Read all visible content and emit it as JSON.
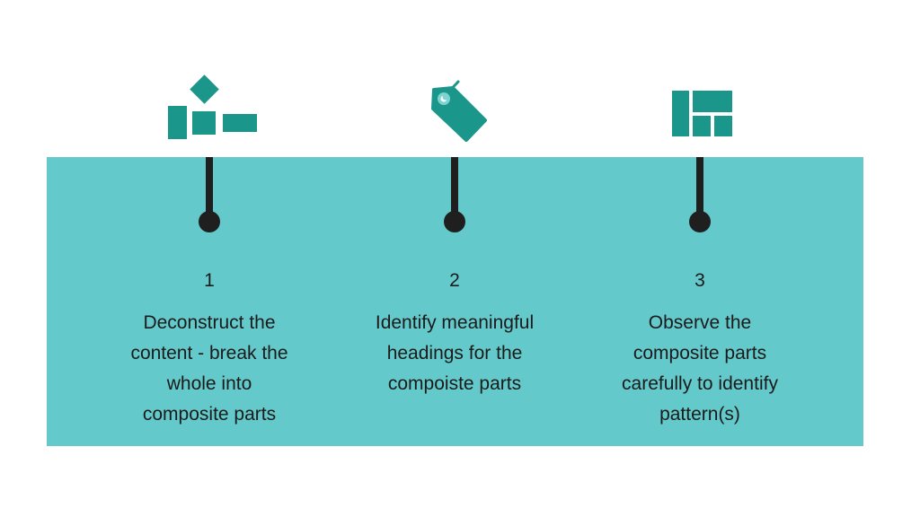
{
  "colors": {
    "panel": "#63c9ca",
    "icon": "#1a968a",
    "stem": "#1f1f1f",
    "text": "#1b1b1b",
    "background": "#ffffff"
  },
  "icons": [
    "scattered-blocks-icon",
    "price-tag-icon",
    "layout-grid-icon"
  ],
  "steps": [
    {
      "number": "1",
      "lines": [
        "Deconstruct the",
        "content - break the",
        "whole into",
        "composite parts"
      ]
    },
    {
      "number": "2",
      "lines": [
        "Identify meaningful",
        "headings for the",
        "compoiste parts"
      ]
    },
    {
      "number": "3",
      "lines": [
        "Observe the",
        "composite parts",
        "carefully to identify",
        "pattern(s)"
      ]
    }
  ]
}
